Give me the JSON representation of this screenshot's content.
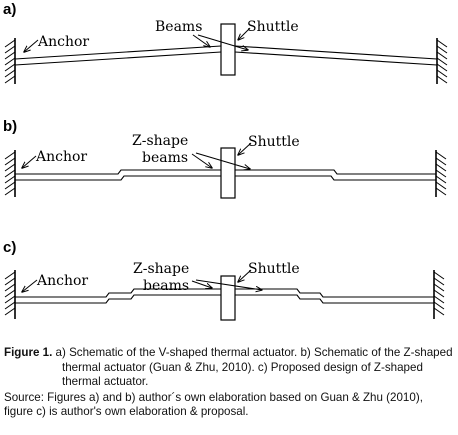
{
  "panels": [
    {
      "letter": "a)",
      "labels": {
        "anchor": "Anchor",
        "beams": "Beams",
        "shuttle": "Shuttle"
      }
    },
    {
      "letter": "b)",
      "labels": {
        "anchor": "Anchor",
        "beams_line1": "Z-shape",
        "beams_line2": "beams",
        "shuttle": "Shuttle"
      }
    },
    {
      "letter": "c)",
      "labels": {
        "anchor": "Anchor",
        "beams_line1": "Z-shape",
        "beams_line2": "beams",
        "shuttle": "Shuttle"
      }
    }
  ],
  "caption": {
    "figure_label": "Figure 1.",
    "text": " a) Schematic of the V-shaped thermal actuator. b) Schematic of the Z-shaped thermal actuator (Guan & Zhu, 2010). c) Proposed design of Z-shaped thermal actuator.",
    "source": "Source: Figures a) and b) author´s own elaboration based on Guan & Zhu (2010), figure c) is author's own elaboration & proposal."
  }
}
